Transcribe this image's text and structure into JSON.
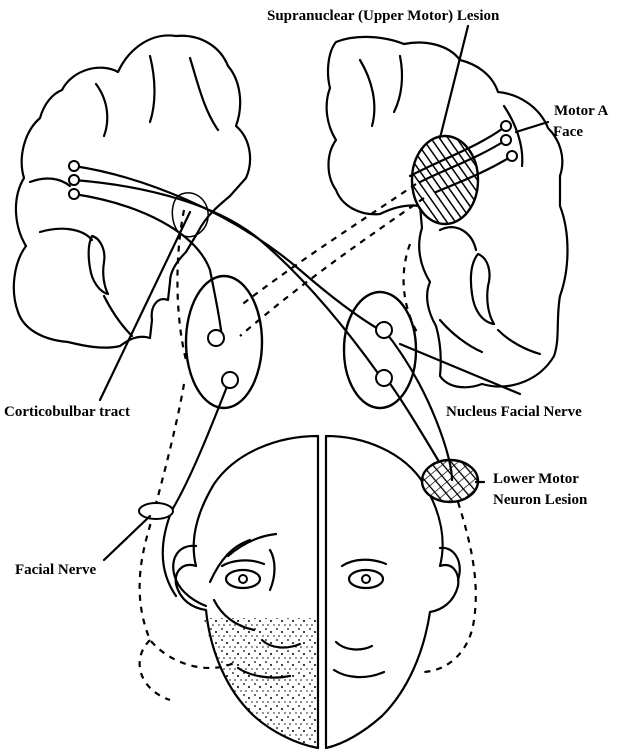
{
  "labels": {
    "supranuclear_lesion": "Supranuclear (Upper Motor) Lesion",
    "motor_area": "Motor A",
    "motor_area_face": "Face",
    "corticobulbar_tract": "Corticobulbar tract",
    "nucleus_facial_nerve": "Nucleus Facial Nerve",
    "lower_motor_line1": "Lower Motor",
    "lower_motor_line2": "Neuron Lesion",
    "facial_nerve": "Facial Nerve"
  },
  "colors": {
    "ink": "#000000",
    "paper": "#ffffff"
  }
}
